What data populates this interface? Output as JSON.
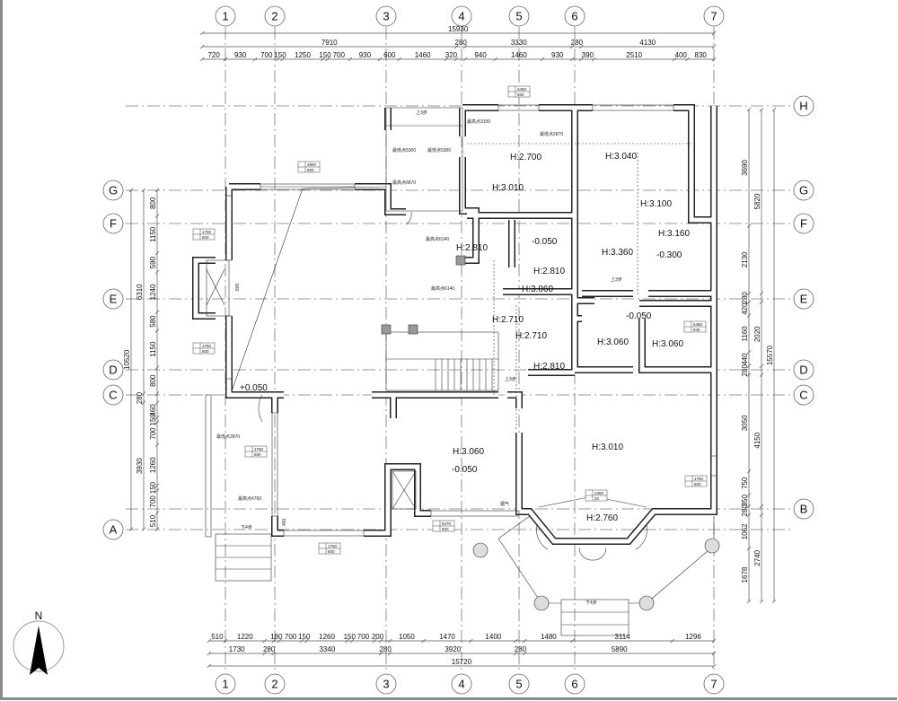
{
  "drawing": {
    "north_label": "N",
    "column_axes": [
      "1",
      "2",
      "3",
      "4",
      "5",
      "6",
      "7"
    ],
    "row_axes_left": [
      "G",
      "F",
      "E",
      "D",
      "C",
      "A"
    ],
    "row_axes_right": [
      "H",
      "G",
      "F",
      "E",
      "D",
      "C",
      "B"
    ],
    "dimensions": {
      "top": [
        [
          {
            "v": 15930,
            "t": "15930"
          }
        ],
        [
          {
            "v": 7910,
            "t": "7910"
          },
          {
            "v": 280,
            "t": "280"
          },
          {
            "v": 3330,
            "t": "3330"
          },
          {
            "v": 280,
            "t": "280"
          },
          {
            "v": 4130,
            "t": "4130"
          }
        ],
        [
          {
            "v": 720,
            "t": "720"
          },
          {
            "v": 930,
            "t": "930"
          },
          {
            "v": 700,
            "t": "700"
          },
          {
            "v": 150,
            "t": "150"
          },
          {
            "v": 1250,
            "t": "1250"
          },
          {
            "v": 150,
            "t": "150"
          },
          {
            "v": 700,
            "t": "700"
          },
          {
            "v": 930,
            "t": "930"
          },
          {
            "v": 600,
            "t": "600"
          },
          {
            "v": 1460,
            "t": "1460"
          },
          {
            "v": 320,
            "t": "320"
          },
          {
            "v": 280,
            "t": ""
          },
          {
            "v": 940,
            "t": "940"
          },
          {
            "v": 1460,
            "t": "1460"
          },
          {
            "v": 930,
            "t": "930"
          },
          {
            "v": 280,
            "t": ""
          },
          {
            "v": 390,
            "t": "390"
          },
          {
            "v": 2510,
            "t": "2510"
          },
          {
            "v": 400,
            "t": "400"
          },
          {
            "v": 830,
            "t": "830"
          }
        ]
      ],
      "bottom": [
        [
          {
            "v": 510,
            "t": "510"
          },
          {
            "v": 1220,
            "t": "1220"
          },
          {
            "v": 280,
            "t": ""
          },
          {
            "v": 180,
            "t": "180"
          },
          {
            "v": 700,
            "t": "700"
          },
          {
            "v": 150,
            "t": "150"
          },
          {
            "v": 1260,
            "t": "1260"
          },
          {
            "v": 150,
            "t": "150"
          },
          {
            "v": 700,
            "t": "700"
          },
          {
            "v": 200,
            "t": "200"
          },
          {
            "v": 280,
            "t": ""
          },
          {
            "v": 1050,
            "t": "1050"
          },
          {
            "v": 1470,
            "t": "1470"
          },
          {
            "v": 1400,
            "t": "1400"
          },
          {
            "v": 280,
            "t": ""
          },
          {
            "v": 1480,
            "t": "1480"
          },
          {
            "v": 3114,
            "t": "3114"
          },
          {
            "v": 1296,
            "t": "1296"
          }
        ],
        [
          {
            "v": 1730,
            "t": "1730"
          },
          {
            "v": 280,
            "t": "280"
          },
          {
            "v": 3340,
            "t": "3340"
          },
          {
            "v": 280,
            "t": "280"
          },
          {
            "v": 3920,
            "t": "3920"
          },
          {
            "v": 280,
            "t": "280"
          },
          {
            "v": 5890,
            "t": "5890"
          }
        ],
        [
          {
            "v": 15720,
            "t": "15720"
          }
        ]
      ],
      "left": [
        [
          {
            "v": 10520,
            "t": "10520"
          }
        ],
        [
          {
            "v": 6310,
            "t": "6310"
          },
          {
            "v": 280,
            "t": "280"
          },
          {
            "v": 3930,
            "t": "3930"
          }
        ],
        [
          {
            "v": 800,
            "t": "800"
          },
          {
            "v": 1150,
            "t": "1150"
          },
          {
            "v": 590,
            "t": "590"
          },
          {
            "v": 1240,
            "t": "1240"
          },
          {
            "v": 580,
            "t": "580"
          },
          {
            "v": 1150,
            "t": "1150"
          },
          {
            "v": 800,
            "t": "800"
          },
          {
            "v": 280,
            "t": ""
          },
          {
            "v": 460,
            "t": "460"
          },
          {
            "v": 150,
            "t": "150"
          },
          {
            "v": 700,
            "t": "700"
          },
          {
            "v": 1260,
            "t": "1260"
          },
          {
            "v": 150,
            "t": "150"
          },
          {
            "v": 700,
            "t": "700"
          },
          {
            "v": 510,
            "t": "510"
          }
        ]
      ],
      "right": [
        [
          {
            "v": 3690,
            "t": "3690"
          },
          {
            "v": 2130,
            "t": "2130"
          },
          {
            "v": 280,
            "t": "280"
          },
          {
            "v": 420,
            "t": "420"
          },
          {
            "v": 1160,
            "t": "1160"
          },
          {
            "v": 440,
            "t": "440"
          },
          {
            "v": 280,
            "t": "280"
          },
          {
            "v": 3050,
            "t": "3050"
          },
          {
            "v": 750,
            "t": "750"
          },
          {
            "v": 350,
            "t": "350"
          },
          {
            "v": 280,
            "t": "280"
          },
          {
            "v": 1062,
            "t": "1062"
          },
          {
            "v": 1678,
            "t": "1678"
          }
        ],
        [
          {
            "v": 5820,
            "t": "5820"
          },
          {
            "v": 280,
            "t": ""
          },
          {
            "v": 2020,
            "t": "2020"
          },
          {
            "v": 280,
            "t": ""
          },
          {
            "v": 4150,
            "t": "4150"
          },
          {
            "v": 280,
            "t": ""
          },
          {
            "v": 2740,
            "t": "2740"
          }
        ],
        [
          {
            "v": 15570,
            "t": "15570"
          }
        ]
      ]
    },
    "elevations": [
      "H:2.700",
      "H:3.010",
      "H:3.040",
      "H:3.100",
      "H:3.160",
      "H:3.360",
      "-0.300",
      "-0.050",
      "H:2.810",
      "H:3.060",
      "H:2.810",
      "H:2.710",
      "H:2.710",
      "H:2.810",
      "-0.050",
      "H:3.060",
      "H:3.060",
      "+0.050",
      "H:3.060",
      "-0.050",
      "H:3.010",
      "H:2.760"
    ],
    "notes": [
      "最高点3150",
      "最低点2870",
      "最低点5300",
      "最低点5300",
      "最高点6670",
      "最高点6140",
      "最高点6140",
      "最低点3970",
      "最高点4760",
      "上3步",
      "上3步",
      "上3步",
      "下4步",
      "下4步",
      "烟气",
      "800",
      "460"
    ],
    "window_tags": [
      {
        "w": "1950",
        "h": "600"
      },
      {
        "w": "3450",
        "h": "600"
      },
      {
        "w": "1750",
        "h": "600"
      },
      {
        "w": "1750",
        "h": "600"
      },
      {
        "w": "1750",
        "h": "600"
      },
      {
        "w": "1750",
        "h": "600"
      },
      {
        "w": "5470",
        "h": "920"
      },
      {
        "w": "5450",
        "h": "940"
      },
      {
        "w": "1750",
        "h": "600"
      },
      {
        "w": "2350",
        "h": "20"
      }
    ]
  }
}
